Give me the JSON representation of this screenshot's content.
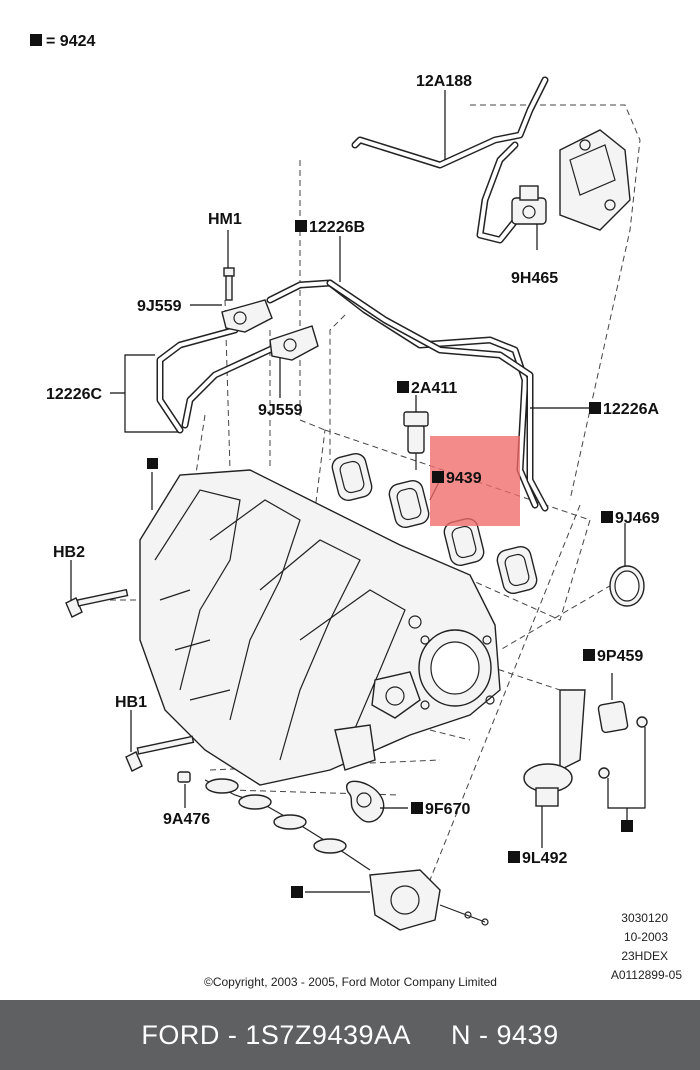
{
  "legend": {
    "symbol_text": "= 9424"
  },
  "callouts": {
    "c12A188": "12A188",
    "cHM1": "HM1",
    "c12226B": "12226B",
    "c9H465": "9H465",
    "c9J559a": "9J559",
    "c9J559b": "9J559",
    "c12226C": "12226C",
    "c2A411": "2A411",
    "c12226A": "12226A",
    "c9439": "9439",
    "c9J469": "9J469",
    "cHB2": "HB2",
    "c9P459": "9P459",
    "cHB1": "HB1",
    "c9A476": "9A476",
    "c9F670": "9F670",
    "c9L492": "9L492"
  },
  "info_block": [
    "3030120",
    "10-2003",
    "23HDEX",
    "A0112899-05"
  ],
  "copyright": "©Copyright, 2003 - 2005, Ford Motor Company Limited",
  "bottom_bar": {
    "left": "FORD - 1S7Z9439AA",
    "right": "N - 9439"
  },
  "colors": {
    "highlight": "#f06a6a",
    "bar_bg": "#5f6061",
    "bar_text": "#ffffff"
  },
  "icons": {
    "legend_marker": "filled-square"
  }
}
